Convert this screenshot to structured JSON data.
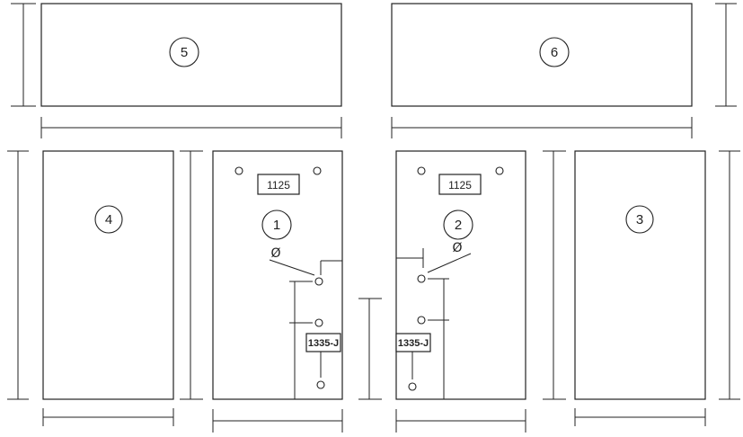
{
  "panels": {
    "p5": {
      "number": "5"
    },
    "p6": {
      "number": "6"
    },
    "p4": {
      "number": "4"
    },
    "p3": {
      "number": "3"
    },
    "p1": {
      "number": "1",
      "label_top": "1125",
      "label_bottom": "1335-J",
      "diameter_symbol": "Ø"
    },
    "p2": {
      "number": "2",
      "label_top": "1125",
      "label_bottom": "1335-J",
      "diameter_symbol": "Ø"
    }
  }
}
